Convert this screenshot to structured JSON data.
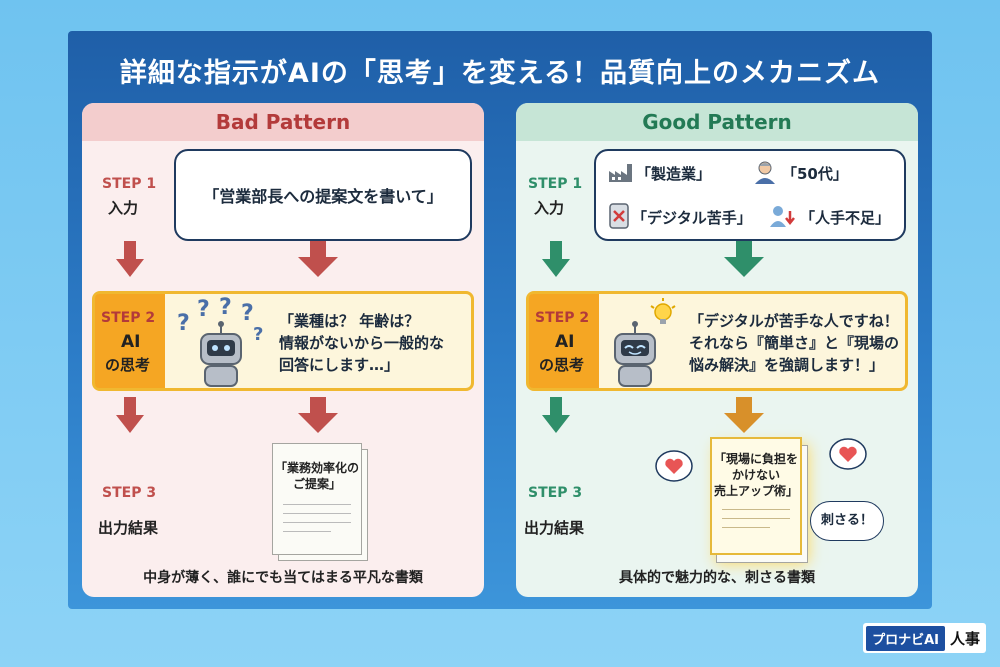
{
  "title": "詳細な指示がAIの「思考」を変える！品質向上のメカニズム",
  "bad": {
    "header": "Bad Pattern",
    "step1_tag": "STEP 1",
    "step1_label": "入力",
    "input_text": "「営業部長への提案文を書いて」",
    "step2_tag": "STEP 2",
    "step2_label_1": "AI",
    "step2_label_2": "の思考",
    "think_1": "「業種は？ 年齢は？",
    "think_2": "情報がないから一般的な",
    "think_3": "回答にします…」",
    "step3_tag": "STEP 3",
    "step3_label": "出力結果",
    "doc_1": "「業務効率化の",
    "doc_2": "ご提案」",
    "caption": "中身が薄く、誰にでも当てはまる平凡な書類"
  },
  "good": {
    "header": "Good Pattern",
    "step1_tag": "STEP 1",
    "step1_label": "入力",
    "kw_manufacturing": "「製造業」",
    "kw_age": "「50代」",
    "kw_digital": "「デジタル苦手」",
    "kw_shortage": "「人手不足」",
    "step2_tag": "STEP 2",
    "step2_label_1": "AI",
    "step2_label_2": "の思考",
    "think_1": "「デジタルが苦手な人ですね！",
    "think_2": "それなら『簡単さ』と『現場の",
    "think_3": "悩み解決』を強調します！」",
    "step3_tag": "STEP 3",
    "step3_label": "出力結果",
    "doc_1": "「現場に負担を",
    "doc_2": "かけない",
    "doc_3": "売上アップ術」",
    "sasaru": "刺さる！",
    "caption": "具体的で魅力的な、刺さる書類"
  },
  "brand": {
    "tag": "プロナビAI",
    "text": "人事"
  },
  "colors": {
    "bad_accent": "#c0504d",
    "good_accent": "#2f8f6a",
    "think_accent": "#f5a623"
  }
}
